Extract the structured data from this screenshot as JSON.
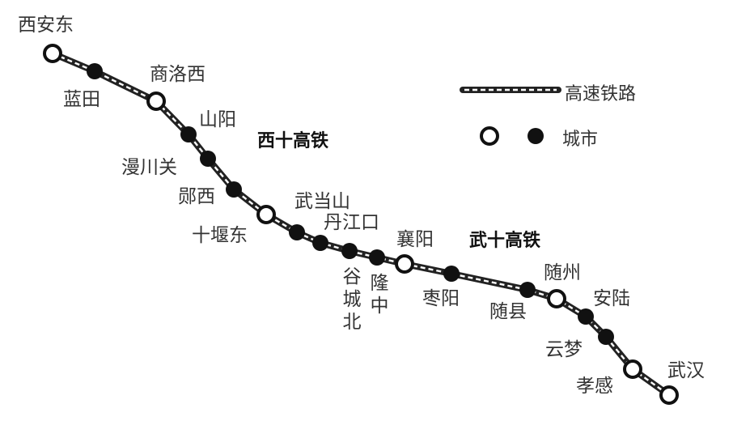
{
  "legend": {
    "railway_label": "高速铁路",
    "city_label": "城市"
  },
  "lines": {
    "xishi": "西十高铁",
    "wushi": "武十高铁"
  },
  "cities": {
    "xianDong": "西安东",
    "lantian": "蓝田",
    "shangluoXi": "商洛西",
    "shanyang": "山阳",
    "manchuanguan": "漫川关",
    "yunxi": "郧西",
    "shiyanDong": "十堰东",
    "wudangshan": "武当山",
    "danjiangkou": "丹江口",
    "gucheng": "谷城北",
    "longzhong": "隆中",
    "xiangyang": "襄阳",
    "zaoyang": "枣阳",
    "suixian": "随县",
    "suizhou": "随州",
    "anlu": "安陆",
    "yunmeng": "云梦",
    "xiaogan": "孝感",
    "wuhan": "武汉"
  },
  "colors": {
    "rail_outer": "#222222",
    "rail_inner": "#ffffff",
    "city_fill": "#111111"
  }
}
